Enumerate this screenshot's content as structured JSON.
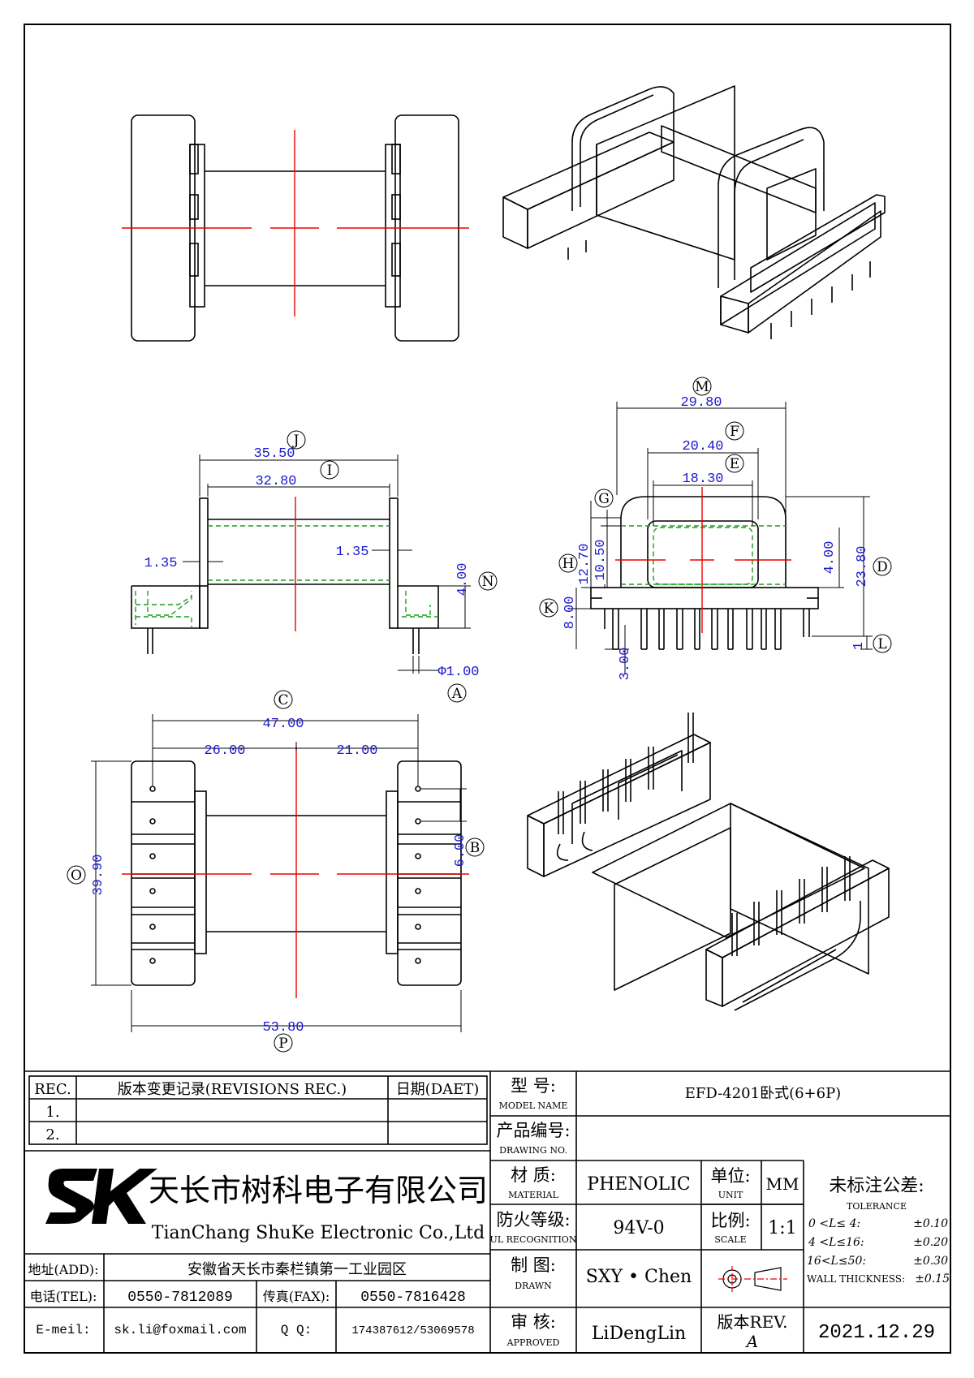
{
  "dimensions": {
    "top_overall": "29.80",
    "window_outer": "20.40",
    "window_inner": "18.30",
    "height_total": "23.80",
    "height_12_70": "12.70",
    "height_10_50": "10.50",
    "flange_4_00_right": "4.00",
    "base_8_00": "8.00",
    "pin_3_00": "3.00",
    "pin_1": "1",
    "side_overall": "35.50",
    "side_inner": "32.80",
    "flange_left": "1.35",
    "flange_right": "1.35",
    "base_height": "4.00",
    "pin_dia": "Φ1.00",
    "bottom_overall": "47.00",
    "bottom_left": "26.00",
    "bottom_right": "21.00",
    "pin_pitch": "6.00",
    "bottom_height": "39.90",
    "bottom_width": "53.80"
  },
  "labels": {
    "M": "M",
    "F": "F",
    "E": "E",
    "G": "G",
    "H": "H",
    "K": "K",
    "D": "D",
    "L": "L",
    "J": "J",
    "I": "I",
    "N": "N",
    "A": "A",
    "C": "C",
    "B": "B",
    "O": "O",
    "P": "P"
  },
  "title_block": {
    "rev_header": "REC.",
    "rev_desc_header": "版本变更记录(REVISIONS REC.)",
    "rev_date_header": "日期(DAET)",
    "rev_rows": [
      "1.",
      "2."
    ],
    "company_logo": "SK",
    "company_cn": "天长市树科电子有限公司",
    "company_en": "TianChang ShuKe Electronic Co.,Ltd",
    "addr_label": "地址(ADD):",
    "addr_value": "安徽省天长市秦栏镇第一工业园区",
    "tel_label": "电话(TEL):",
    "tel_value": "0550-7812089",
    "fax_label": "传真(FAX):",
    "fax_value": "0550-7816428",
    "email_label": "E-meil:",
    "email_value": "sk.li@foxmail.com",
    "qq_label": "Q Q:",
    "qq_value": "174387612/53069578",
    "model_cn": "型    号:",
    "model_en": "MODEL NAME",
    "model_value": "EFD-4201卧式(6+6P)",
    "drawing_cn": "产品编号:",
    "drawing_en": "DRAWING NO.",
    "material_cn": "材    质:",
    "material_en": "MATERIAL",
    "material_value": "PHENOLIC",
    "unit_cn": "单位:",
    "unit_en": "UNIT",
    "unit_value": "MM",
    "ul_cn": "防火等级:",
    "ul_en": "UL RECOGNITION",
    "ul_value": "94V-0",
    "scale_cn": "比例:",
    "scale_en": "SCALE",
    "scale_value": "1:1",
    "drawn_cn": "制    图:",
    "drawn_en": "DRAWN",
    "drawn_value": "SXY • Chen",
    "approved_cn": "审    核:",
    "approved_en": "APPROVED",
    "approved_value": "LiDengLin",
    "rev_cn": "版本REV.",
    "rev_value": "A",
    "date_value": "2021.12.29",
    "tol_cn": "未标注公差:",
    "tol_en": "TOLERANCE",
    "tol_rows": [
      {
        "range": "0  <L≤ 4:",
        "value": "±0.10"
      },
      {
        "range": "4  <L≤16:",
        "value": "±0.20"
      },
      {
        "range": "16<L≤50:",
        "value": "±0.30"
      }
    ],
    "wall_label": "WALL THICKNESS:",
    "wall_value": "±0.15"
  }
}
